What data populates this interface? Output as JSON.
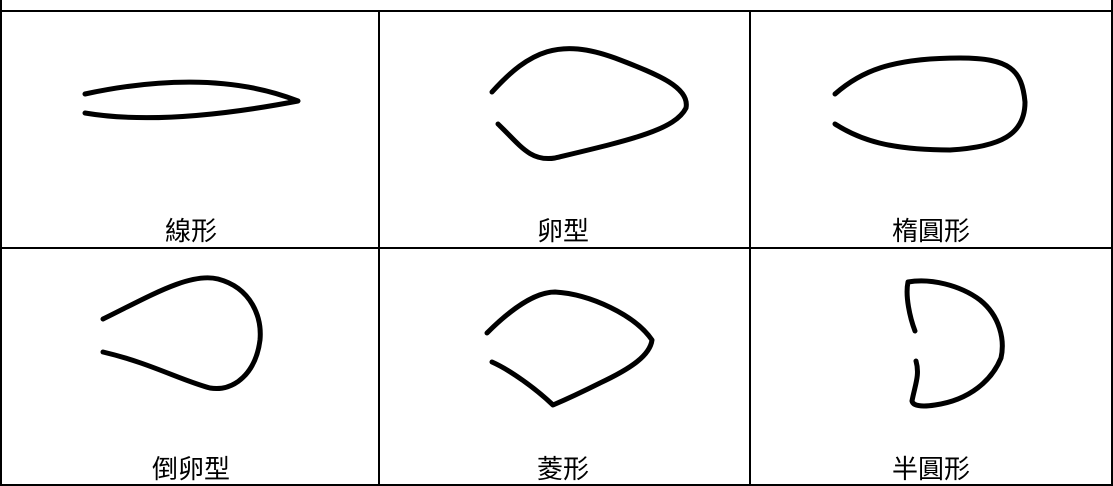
{
  "shapes": [
    {
      "id": "linear",
      "label": "線形"
    },
    {
      "id": "ovate",
      "label": "卵型"
    },
    {
      "id": "elliptic",
      "label": "楕圓形"
    },
    {
      "id": "obovate",
      "label": "倒卵型"
    },
    {
      "id": "rhombic",
      "label": "菱形"
    },
    {
      "id": "semicircular",
      "label": "半圓形"
    }
  ]
}
